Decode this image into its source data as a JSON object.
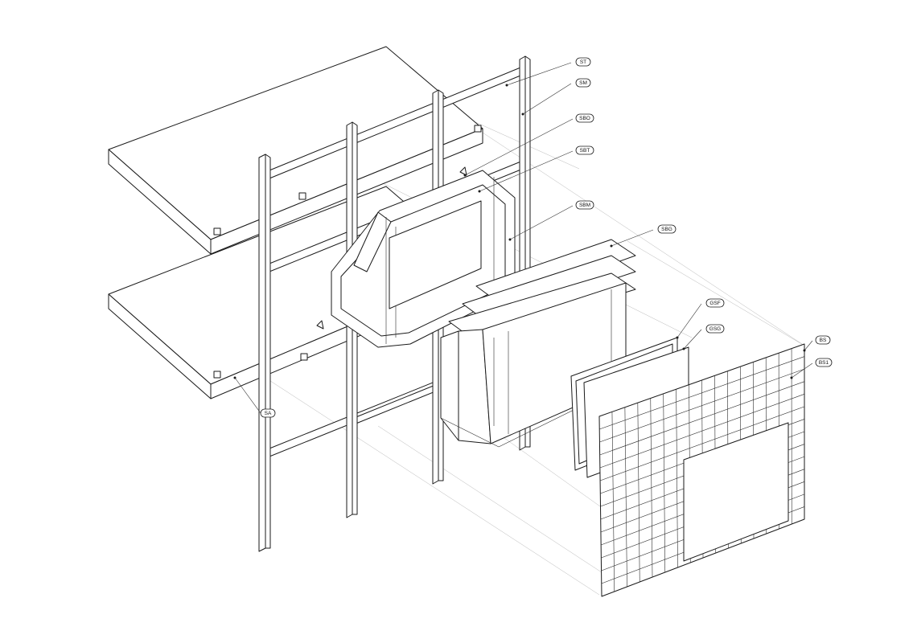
{
  "diagram": {
    "labels": [
      {
        "id": "ST",
        "text": "ST"
      },
      {
        "id": "SM",
        "text": "SM"
      },
      {
        "id": "SBO",
        "text": "SBO"
      },
      {
        "id": "SBT",
        "text": "SBT"
      },
      {
        "id": "SBM",
        "text": "SBM"
      },
      {
        "id": "SBG",
        "text": "SBG"
      },
      {
        "id": "GSF",
        "text": "GSF"
      },
      {
        "id": "GSG",
        "text": "GSG"
      },
      {
        "id": "BS",
        "text": "BS"
      },
      {
        "id": "BS1",
        "text": "BS1"
      },
      {
        "id": "SA",
        "text": "SA"
      }
    ]
  }
}
